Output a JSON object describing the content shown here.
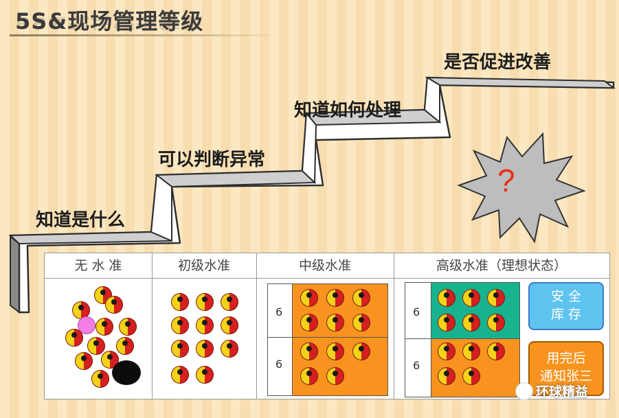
{
  "title": "5S&现场管理等级",
  "steps": [
    "知道是什么",
    "可以判断异常",
    "知道如何处理",
    "是否促进改善"
  ],
  "starburst": {
    "text": "?"
  },
  "levels": {
    "headers": [
      "无 水 准",
      "初级水准",
      "中级水准",
      "高级水准（理想状态）"
    ],
    "mid": {
      "row1_count": "6",
      "row2_count": "6"
    },
    "high": {
      "row1_count": "6",
      "row2_count": "6",
      "box1": {
        "line1": "安 全",
        "line2": "库 存"
      },
      "box2": {
        "line1": "用完后",
        "line2": "通知张三"
      }
    }
  },
  "watermark": "环球精益",
  "colors": {
    "orange": "#f7931e",
    "teal": "#16b38e",
    "blue_box": "#5fc3f0",
    "ball_red": "#d6201f",
    "ball_yellow": "#f3d21a"
  }
}
